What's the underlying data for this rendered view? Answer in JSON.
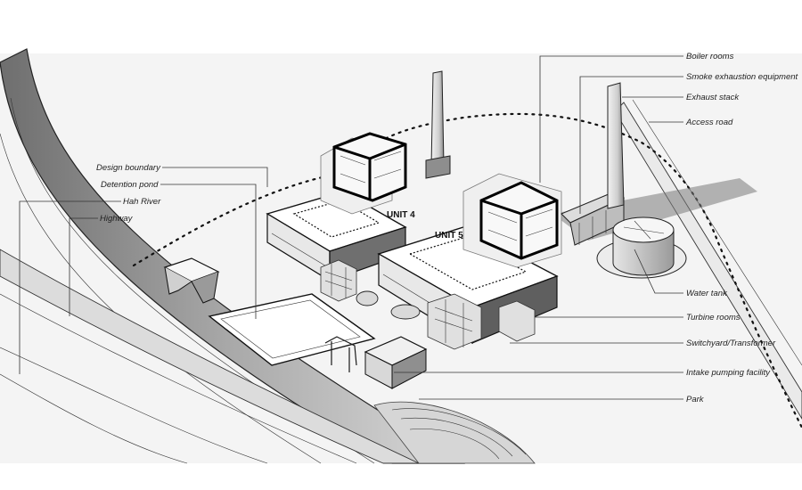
{
  "units": {
    "unit4": "UNIT 4",
    "unit5": "UNIT 5"
  },
  "labels": {
    "design_boundary": "Design boundary",
    "detention_pond": "Detention pond",
    "hah_river": "Hah River",
    "highway": "Highway",
    "boiler_rooms": "Boiler rooms",
    "smoke_exhaustion": "Smoke exhaustion equipment",
    "exhaust_stack": "Exhaust stack",
    "access_road": "Access road",
    "water_tank": "Water tank",
    "turbine_rooms": "Turbine rooms",
    "switchyard": "Switchyard/Transformer",
    "intake_pumping": "Intake pumping facility",
    "park": "Park"
  }
}
